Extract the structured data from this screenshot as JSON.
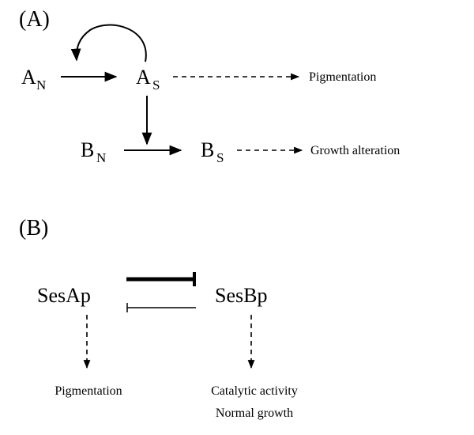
{
  "panel_a": {
    "label": "(A)",
    "nodes": {
      "an": {
        "main": "A",
        "sub": "N"
      },
      "as": {
        "main": "A",
        "sub": "S"
      },
      "bn": {
        "main": "B",
        "sub": "N"
      },
      "bs": {
        "main": "B",
        "sub": "S"
      }
    },
    "outputs": {
      "pigmentation": "Pigmentation",
      "growth_alteration": "Growth alteration"
    }
  },
  "panel_b": {
    "label": "(B)",
    "proteins": {
      "sesap": "SesAp",
      "sesbp": "SesBp"
    },
    "outputs": {
      "pigmentation": "Pigmentation",
      "catalytic_activity": "Catalytic activity",
      "normal_growth": "Normal growth"
    }
  }
}
